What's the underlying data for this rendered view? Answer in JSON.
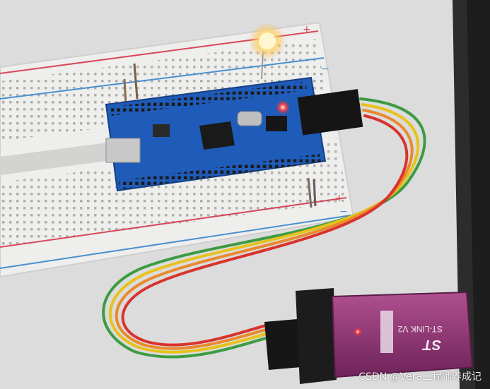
{
  "photo": {
    "subject": "STM32 blue pill board on a breadboard with an LED, connected by a four-wire ribbon cable to an ST-LINK V2 programmer",
    "colors": {
      "background": "#dcdcdc",
      "breadboard": "#eeeeec",
      "board_pcb": "#1f5bb8",
      "rail_red": "#d8495a",
      "rail_blue": "#4a8fd0",
      "programmer_case": "#8a2f72",
      "wire_red": "#d8332e",
      "wire_yellow": "#e7c21c",
      "wire_green": "#3d9b43",
      "wire_orange": "#e98a2c",
      "led_glow": "#ffd86a"
    }
  },
  "programmer": {
    "model_label": "ST-LINK V2",
    "logo": "ST"
  },
  "watermark": "CSDN @Vera工程师养成记"
}
